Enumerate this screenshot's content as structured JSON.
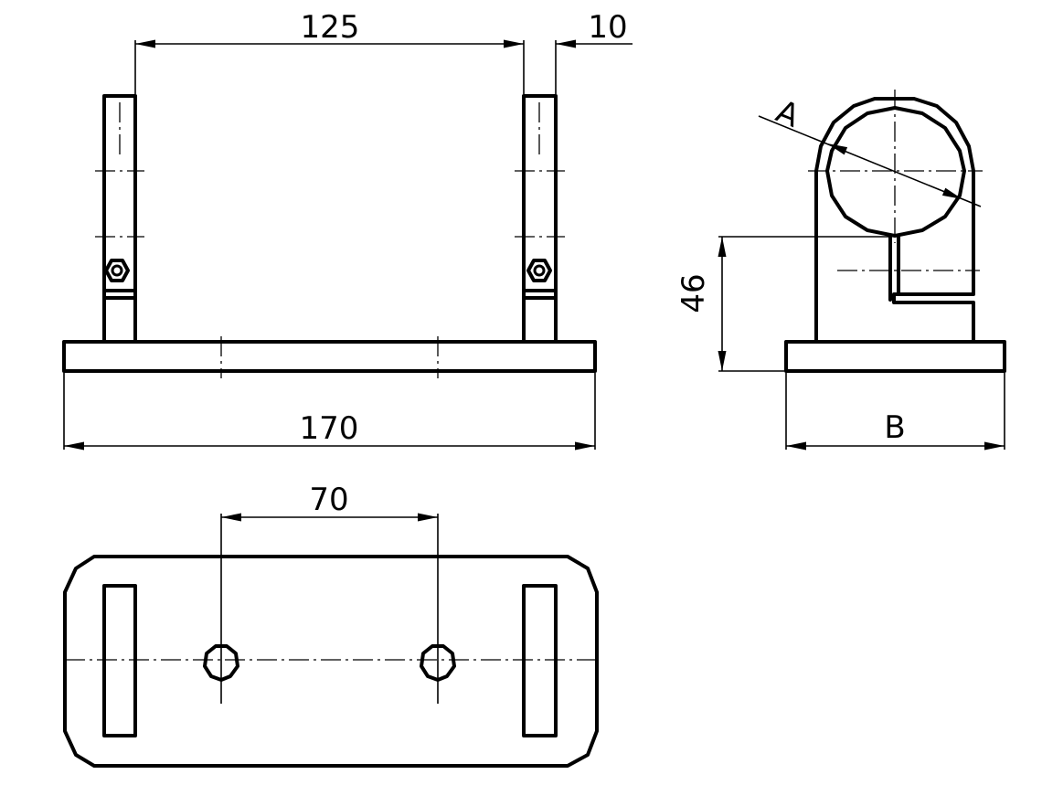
{
  "dimensions": {
    "width_top": "125",
    "thickness": "10",
    "total_length": "170",
    "height": "46",
    "side_width": "B",
    "hole_spacing": "70",
    "diameter": "A"
  },
  "colors": {
    "line": "#000000",
    "paper": "#ffffff"
  }
}
